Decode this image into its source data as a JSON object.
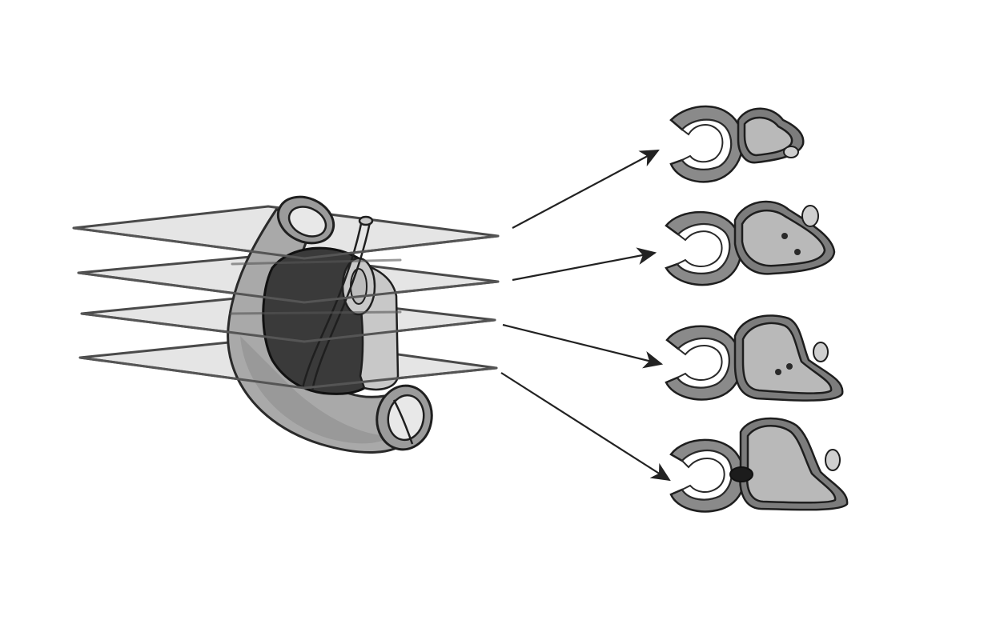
{
  "figure": {
    "description_visible_text": "",
    "colors": {
      "background": "#ffffff",
      "plane_fill": "#cfcfcf",
      "outline": "#1f1f1f",
      "mass": "#3a3a3a",
      "wall": "#8a8a8a"
    },
    "planes": [
      {
        "id": 1
      },
      {
        "id": 2
      },
      {
        "id": 3
      },
      {
        "id": 4
      }
    ],
    "cross_sections": [
      {
        "id": 1
      },
      {
        "id": 2
      },
      {
        "id": 3
      },
      {
        "id": 4
      }
    ]
  }
}
